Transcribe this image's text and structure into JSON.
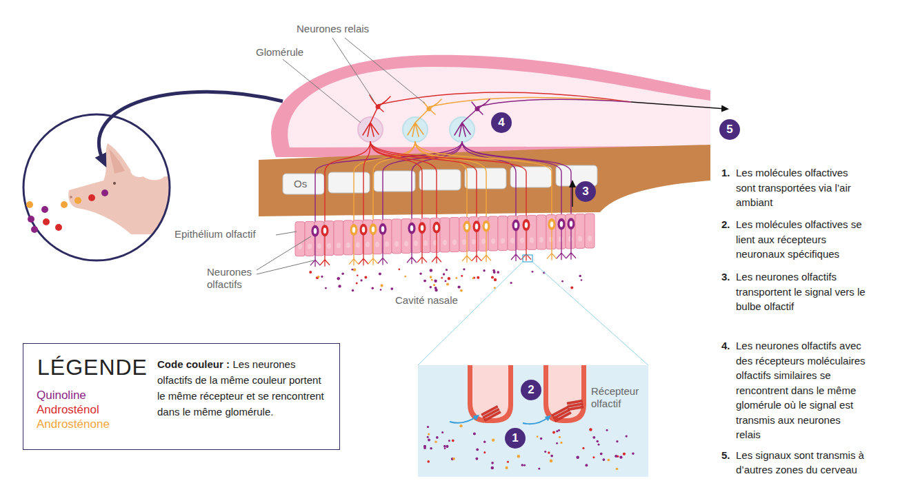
{
  "diagram": {
    "nodes": [
      {
        "text": [
          "LÉGENDE",
          "Code couleur :",
          "Les neurones olfactifs de la même couleur portent le même récepteur et se rencontrent dans le même glomérule."
        ]
      }
    ],
    "labels": [
      "Neurones relais",
      "Glomérule",
      "4",
      "5",
      "Os",
      "3",
      "Epithélium olfactif",
      "Neurones olfactifs",
      "Cavité nasale",
      "2",
      "Récepteur olfactif",
      "1",
      "1.",
      "Les molécules olfactives sont transportées via l’air ambiant",
      "2.",
      "Les molécules olfactives se lient aux récepteurs neuronaux spécifiques",
      "3.",
      "Les neurones olfactifs transportent le signal vers le bulbe olfactif",
      "4.",
      "Les neurones olfactifs avec des récepteurs moléculaires olfactifs similaires se rencontrent dans le même glomérule où le signal est transmis aux neurones relais",
      "5.",
      "Les signaux sont transmis à d’autres zones du cerveau"
    ],
    "legend": [
      {
        "text": "Quinoline",
        "color": "#8b2383"
      },
      {
        "text": "Androsténol",
        "color": "#d92b2b"
      },
      {
        "text": "Androsténone",
        "color": "#f2a53a"
      }
    ]
  }
}
